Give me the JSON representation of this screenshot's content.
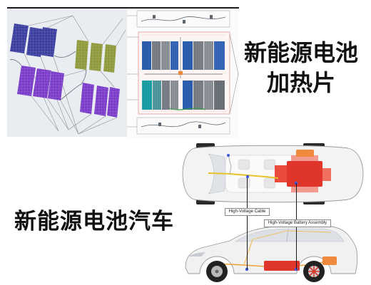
{
  "headline": {
    "line1": "新能源电池",
    "line2": "加热片"
  },
  "caption": "新能源电池汽车",
  "car_labels": {
    "cable": "High-Voltage Cable",
    "battery": "High-Voltage Battery Assembly"
  },
  "colors": {
    "heater_blue": "#3b3f9e",
    "heater_olive": "#8e9a3b",
    "heater_purple": "#7b3dc9",
    "module_blue": "#2d5fb0",
    "module_teal": "#1ba2a8",
    "battery_red": "#e0352b",
    "cable_yellow": "#e8c22a",
    "cable_orange": "#f0a23a",
    "marker_blue": "#3a5ad8"
  },
  "icons": {
    "heater_pad": "heater-pad-icon",
    "battery_module": "battery-module-icon",
    "car_top": "car-top-view-icon",
    "car_side": "car-side-view-icon"
  }
}
